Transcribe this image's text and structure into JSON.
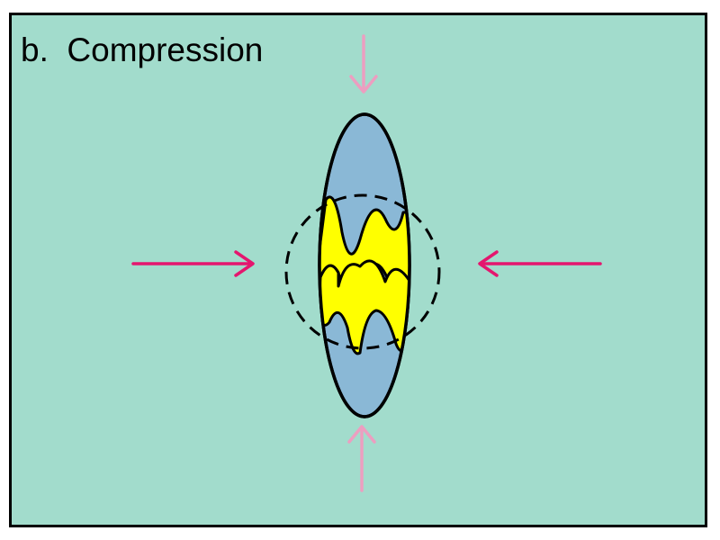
{
  "panel": {
    "title": "b.  Compression"
  },
  "colors": {
    "background": "#a2dccc",
    "border": "#000000",
    "ellipse_fill": "#8ab8d6",
    "fold_fill": "#ffff00",
    "outline": "#000000",
    "arrow_horizontal": "#e4166e",
    "arrow_vertical": "#ec9ec0"
  },
  "diagram": {
    "elements": [
      "strain-ellipse",
      "original-circle-dashed",
      "folded-layers",
      "compression-arrows"
    ],
    "arrows": [
      {
        "direction": "down",
        "color_key": "arrow_vertical"
      },
      {
        "direction": "up",
        "color_key": "arrow_vertical"
      },
      {
        "direction": "right",
        "color_key": "arrow_horizontal"
      },
      {
        "direction": "left",
        "color_key": "arrow_horizontal"
      }
    ],
    "folded_layer_count": 2
  }
}
